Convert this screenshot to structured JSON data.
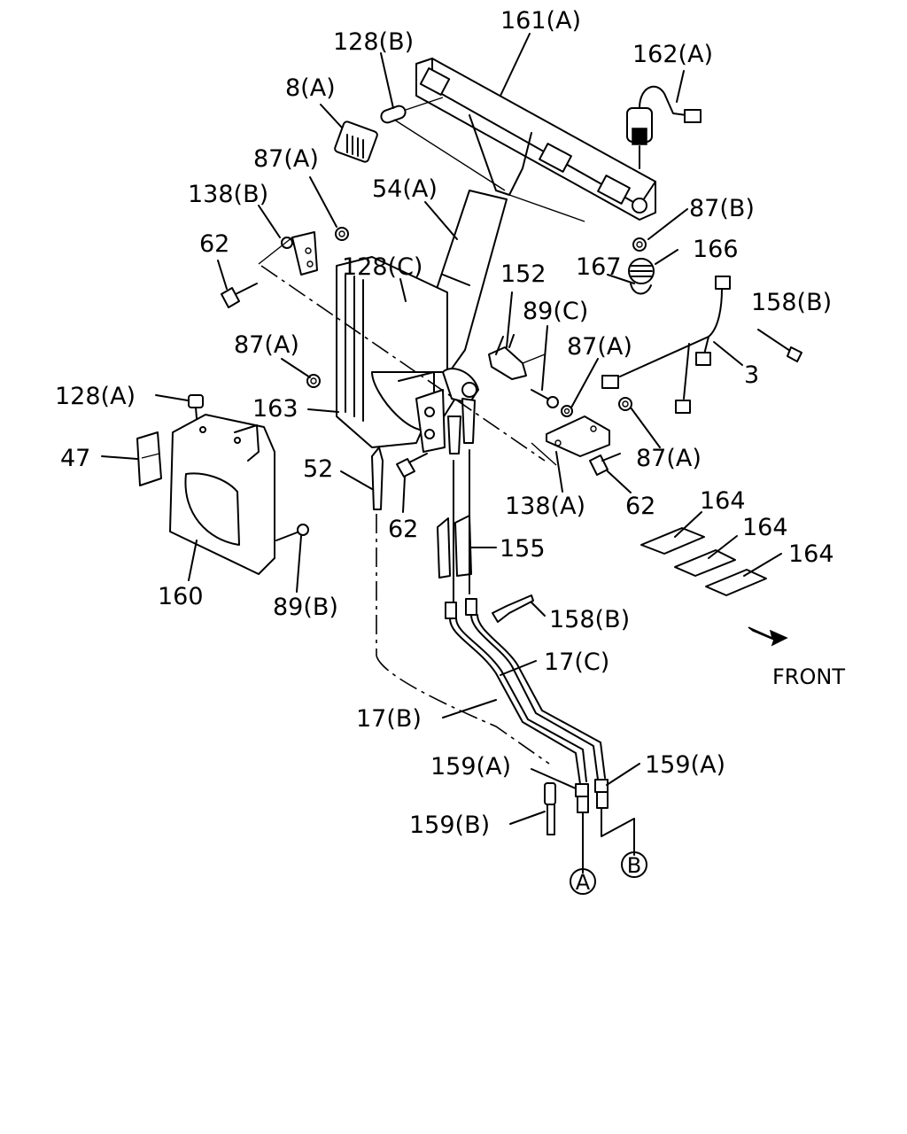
{
  "labels": {
    "l161A": "161(A)",
    "l128B": "128(B)",
    "l162A": "162(A)",
    "l8A": "8(A)",
    "l87A_top": "87(A)",
    "l54A": "54(A)",
    "l138B": "138(B)",
    "l87B": "87(B)",
    "l166": "166",
    "l62_left": "62",
    "l128C": "128(C)",
    "l167": "167",
    "l152": "152",
    "l158B_top": "158(B)",
    "l89C": "89(C)",
    "l87A_left": "87(A)",
    "l87A_mid": "87(A)",
    "l3": "3",
    "l128A": "128(A)",
    "l163": "163",
    "l87A_right": "87(A)",
    "l47": "47",
    "l52": "52",
    "l138A": "138(A)",
    "l62_right": "62",
    "l164_a": "164",
    "l164_b": "164",
    "l164_c": "164",
    "l62_mid": "62",
    "l155": "155",
    "l160": "160",
    "l89B": "89(B)",
    "l158B_bot": "158(B)",
    "l17C": "17(C)",
    "lFront": "FRONT",
    "l17B": "17(B)",
    "l159A_left": "159(A)",
    "l159A_right": "159(A)",
    "l159B": "159(B)",
    "lCircA": "A",
    "lCircB": "B"
  }
}
